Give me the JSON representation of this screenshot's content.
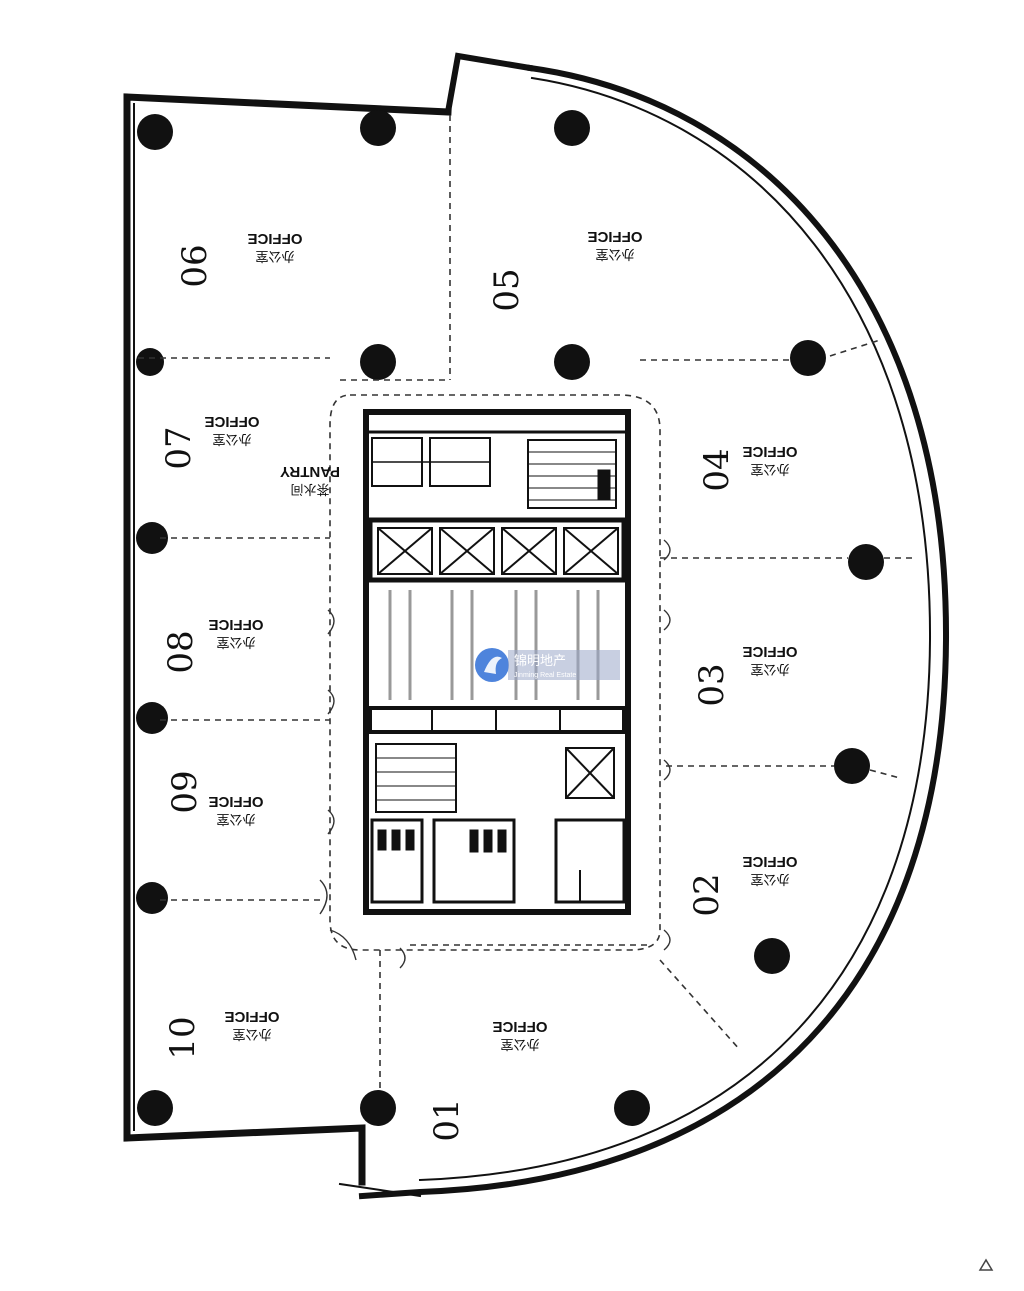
{
  "units": [
    {
      "id": "01",
      "number": "01",
      "office": "OFFICE",
      "zh": "办公室"
    },
    {
      "id": "02",
      "number": "02",
      "office": "OFFICE",
      "zh": "办公室"
    },
    {
      "id": "03",
      "number": "03",
      "office": "OFFICE",
      "zh": "办公室"
    },
    {
      "id": "04",
      "number": "04",
      "office": "OFFICE",
      "zh": "办公室"
    },
    {
      "id": "05",
      "number": "05",
      "office": "OFFICE",
      "zh": "办公室"
    },
    {
      "id": "06",
      "number": "06",
      "office": "OFFICE",
      "zh": "办公室"
    },
    {
      "id": "07",
      "number": "07",
      "office": "OFFICE",
      "zh": "办公室"
    },
    {
      "id": "08",
      "number": "08",
      "office": "OFFICE",
      "zh": "办公室"
    },
    {
      "id": "09",
      "number": "09",
      "office": "OFFICE",
      "zh": "办公室"
    },
    {
      "id": "10",
      "number": "10",
      "office": "OFFICE",
      "zh": "办公室"
    }
  ],
  "pantry": {
    "en": "PANTRY",
    "zh": "茶水间"
  },
  "watermark": {
    "name": "锦明地产",
    "sub": "Jinming Real Estate",
    "logo_color": "#2f6fd6"
  }
}
